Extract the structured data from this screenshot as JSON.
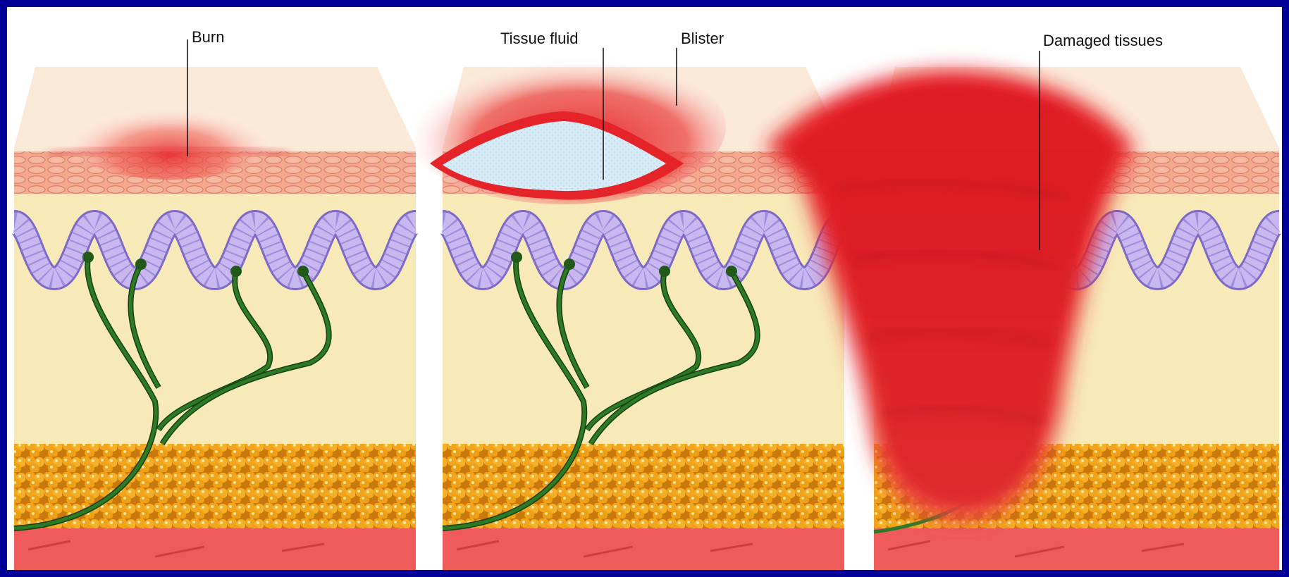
{
  "labels": {
    "burn": "Burn",
    "tissue_fluid": "Tissue fluid",
    "blister": "Blister",
    "damaged_tissues": "Damaged tissues"
  },
  "colors": {
    "frame": "#000098",
    "skin_top": "#fbe9d8",
    "dermis": "#f7e9b8",
    "epidermis": "#f2a990",
    "basal_layer": "#c9b7ef",
    "nerve": "#2c7a24",
    "fat": "#f0a21a",
    "muscle": "#ef5b5b",
    "burn_red": "#e5242a",
    "fluid": "#d7ecf6"
  }
}
